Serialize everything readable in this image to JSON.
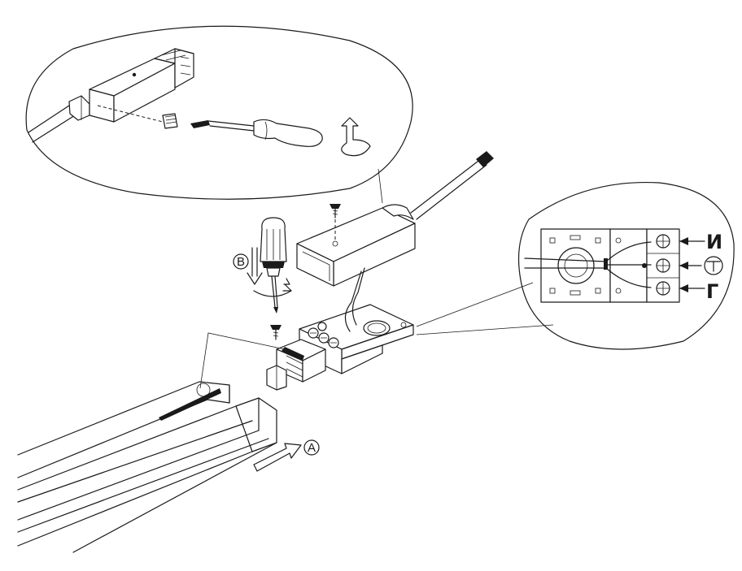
{
  "labels": {
    "step_a": "A",
    "step_b": "B"
  },
  "terminals": {
    "top": "И",
    "bottom": "Г",
    "middle_icon": "ground-icon"
  },
  "colors": {
    "line": "#1a1a1a",
    "background": "#ffffff",
    "fill_grey": "#cfcfcf"
  }
}
